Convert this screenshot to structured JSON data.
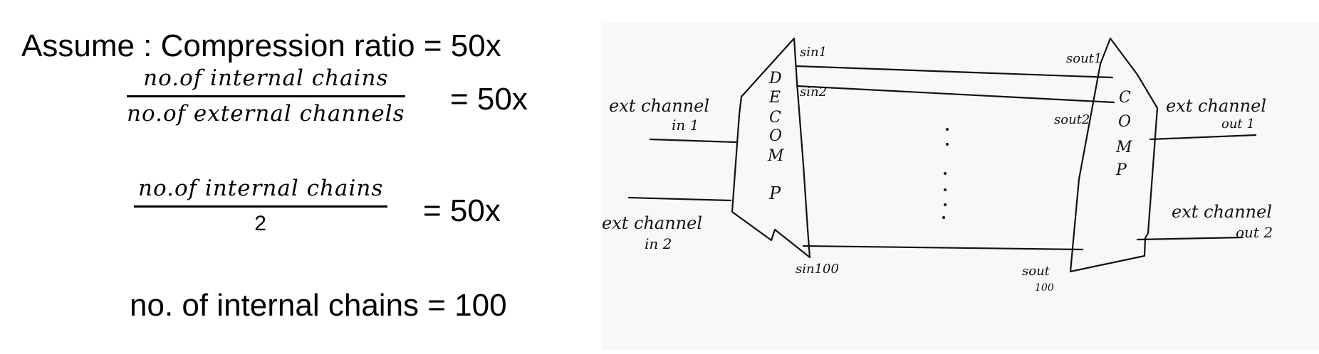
{
  "equations": {
    "assume_line": "Assume : Compression ratio = 50x",
    "eq1": {
      "numerator": "no.of internal chains",
      "denominator": "no.of external channels",
      "result": "= 50x"
    },
    "eq2": {
      "numerator": "no.of internal chains",
      "denominator": "2",
      "result": "= 50x"
    },
    "conclusion": "no. of internal chains = 100"
  },
  "diagram": {
    "decompressor_letters": [
      "D",
      "E",
      "C",
      "O",
      "M",
      "P"
    ],
    "compressor_letters": [
      "C",
      "O",
      "M",
      "P"
    ],
    "inputs": [
      {
        "line1": "ext channel",
        "line2": "in 1"
      },
      {
        "line1": "ext channel",
        "line2": "in 2"
      }
    ],
    "outputs": [
      {
        "line1": "ext channel",
        "line2": "out 1"
      },
      {
        "line1": "ext channel",
        "line2": "out 2"
      }
    ],
    "scan_in_labels": [
      "sin1",
      "sin2",
      "sin100"
    ],
    "scan_out_labels": [
      "sout1",
      "sout2",
      "sout"
    ],
    "scan_out_last_suffix": "100"
  }
}
